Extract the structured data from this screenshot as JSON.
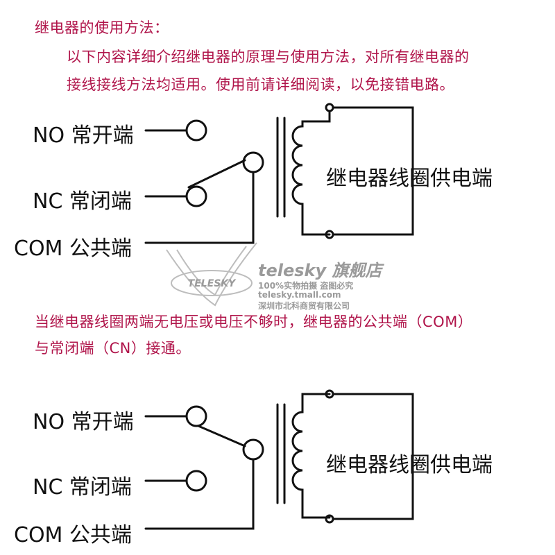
{
  "header": {
    "title": "继电器的使用方法：",
    "intro_line1": "以下内容详细介绍继电器的原理与使用方法，对所有继电器的",
    "intro_line2": "接线接线方法均适用。使用前请详细阅读，以免接错电路。"
  },
  "diagram_top": {
    "no_label": "NO 常开端",
    "nc_label": "NC 常闭端",
    "com_label": "COM 公共端",
    "coil_label": "继电器线圈供电端"
  },
  "middle_note": {
    "line1": "当继电器线圈两端无电压或电压不够时，继电器的公共端（COM）",
    "line2": "与常闭端（CN）接通。"
  },
  "diagram_bottom": {
    "no_label": "NO 常开端",
    "nc_label": "NC 常闭端",
    "com_label": "COM 公共端",
    "coil_label": "继电器线圈供电端"
  },
  "watermark": {
    "brand": "telesky 旗舰店",
    "line1": "100%实物拍摄 盗图必究",
    "line2": "telesky.tmall.com",
    "line3": "深圳市北科商贸有限公司",
    "logo_text": "TELESKY"
  },
  "colors": {
    "accent_text": "#b0144a",
    "line": "#111111",
    "watermark": "#9a9a9a"
  }
}
